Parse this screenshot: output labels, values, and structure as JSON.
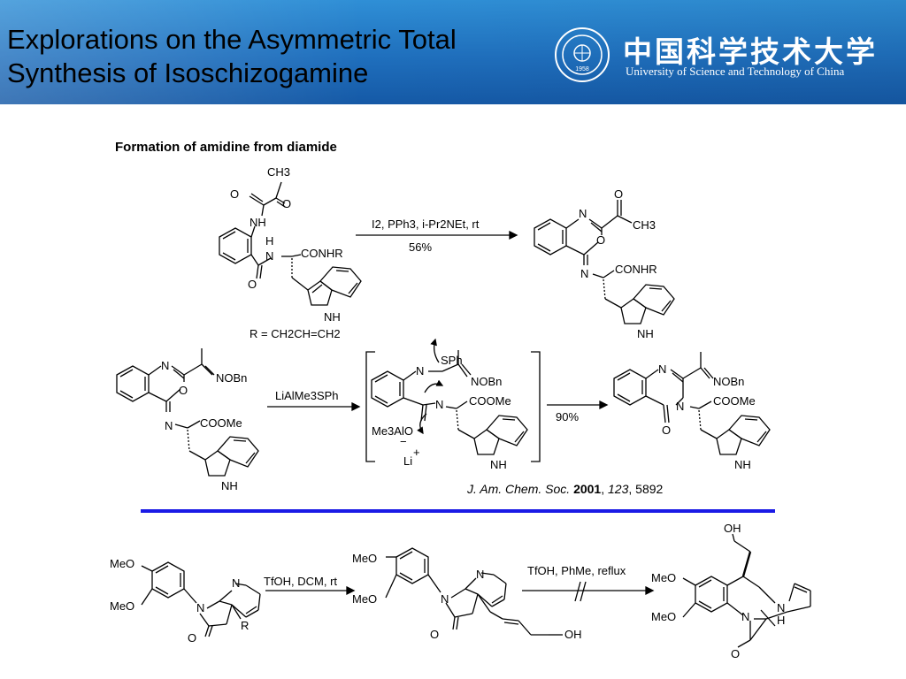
{
  "header": {
    "title_line1": "Explorations on the Asymmetric Total",
    "title_line2": "Synthesis of Isoschizogamine",
    "university_cn": "中国科学技术大学",
    "university_en": "University of Science and Technology of China",
    "emblem_year": "1958"
  },
  "section": {
    "title": "Formation of amidine from diamide"
  },
  "scheme1": {
    "reagent_line": "I2, PPh3, i-Pr2NEt, rt",
    "yield": "56%",
    "r_group": "R = CH2CH=CH2",
    "labels": {
      "ch3": "CH3",
      "o": "O",
      "nh": "NH",
      "n": "N",
      "h": "H",
      "conhr": "CONHR"
    }
  },
  "scheme2": {
    "reagent": "LiAlMe3SPh",
    "yield": "90%",
    "labels": {
      "nobn": "NOBn",
      "coome": "COOMe",
      "sph": "SPh",
      "me3alo": "Me3AlO",
      "li": "Li",
      "minus": "−",
      "plus": "+"
    }
  },
  "citation": {
    "journal": "J. Am. Chem. Soc.",
    "year": "2001",
    "volume": "123",
    "page": "5892"
  },
  "scheme3": {
    "reagent1": "TfOH, DCM, rt",
    "reagent2": "TfOH, PhMe, reflux",
    "labels": {
      "meo": "MeO",
      "oh": "OH",
      "r": "R",
      "n": "N",
      "h": "H",
      "o": "O"
    }
  },
  "colors": {
    "header_blue": "#1f6fbd",
    "divider_blue": "#1a1ae6"
  }
}
